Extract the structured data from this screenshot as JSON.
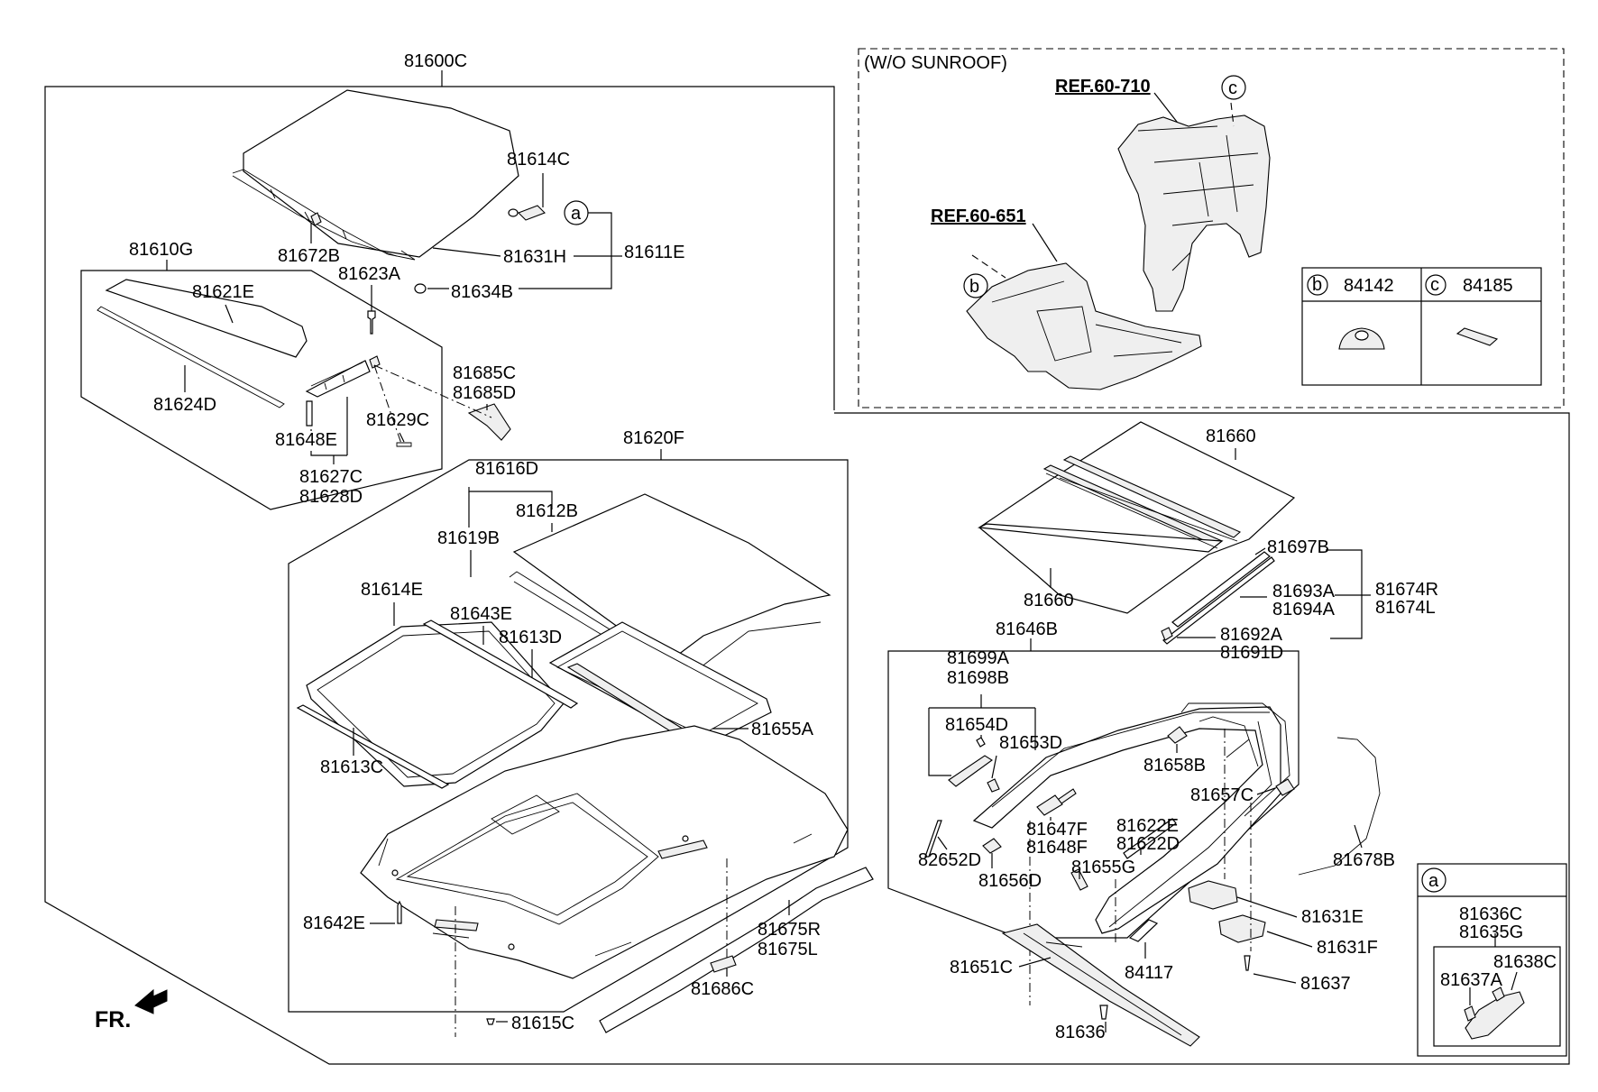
{
  "labels": {
    "p81600C": "81600C",
    "p81614C": "81614C",
    "p81672B": "81672B",
    "p81631H": "81631H",
    "p81611E": "81611E",
    "p81634B": "81634B",
    "p81610G": "81610G",
    "p81623A": "81623A",
    "p81621E": "81621E",
    "p81624D": "81624D",
    "p81685C": "81685C",
    "p81685D": "81685D",
    "p81629C": "81629C",
    "p81648E": "81648E",
    "p81627C": "81627C",
    "p81628D": "81628D",
    "p81620F": "81620F",
    "p81616D": "81616D",
    "p81612B": "81612B",
    "p81619B": "81619B",
    "p81614E": "81614E",
    "p81643E": "81643E",
    "p81613D": "81613D",
    "p81655A": "81655A",
    "p81613C": "81613C",
    "p81642E": "81642E",
    "p81675R": "81675R",
    "p81675L": "81675L",
    "p81686C": "81686C",
    "p81615C": "81615C",
    "p81660a": "81660",
    "p81660b": "81660",
    "p81697B": "81697B",
    "p81693A": "81693A",
    "p81694A": "81694A",
    "p81674R": "81674R",
    "p81674L": "81674L",
    "p81692A": "81692A",
    "p81691D": "81691D",
    "p81646B": "81646B",
    "p81699A": "81699A",
    "p81698B": "81698B",
    "p81654D": "81654D",
    "p81653D": "81653D",
    "p81658B": "81658B",
    "p81657C": "81657C",
    "p81647F": "81647F",
    "p81648F": "81648F",
    "p81622E": "81622E",
    "p81622D": "81622D",
    "p82652D": "82652D",
    "p81656D": "81656D",
    "p81655G": "81655G",
    "p81678B": "81678B",
    "p81631E": "81631E",
    "p81631F": "81631F",
    "p81651C": "81651C",
    "p84117": "84117",
    "p81637": "81637",
    "p81636": "81636",
    "p81636C": "81636C",
    "p81635G": "81635G",
    "p81638C": "81638C",
    "p81637A": "81637A",
    "p84142": "84142",
    "p84185": "84185"
  },
  "refs": {
    "ref1": "REF.60-710",
    "ref2": "REF.60-651"
  },
  "notes": {
    "wo_sunroof": "(W/O SUNROOF)",
    "front": "FR."
  },
  "callouts": {
    "a1": "a",
    "a2": "a",
    "b1": "b",
    "b2": "b",
    "c1": "c",
    "c2": "c"
  },
  "colors": {
    "line": "#000000",
    "background": "#ffffff"
  }
}
